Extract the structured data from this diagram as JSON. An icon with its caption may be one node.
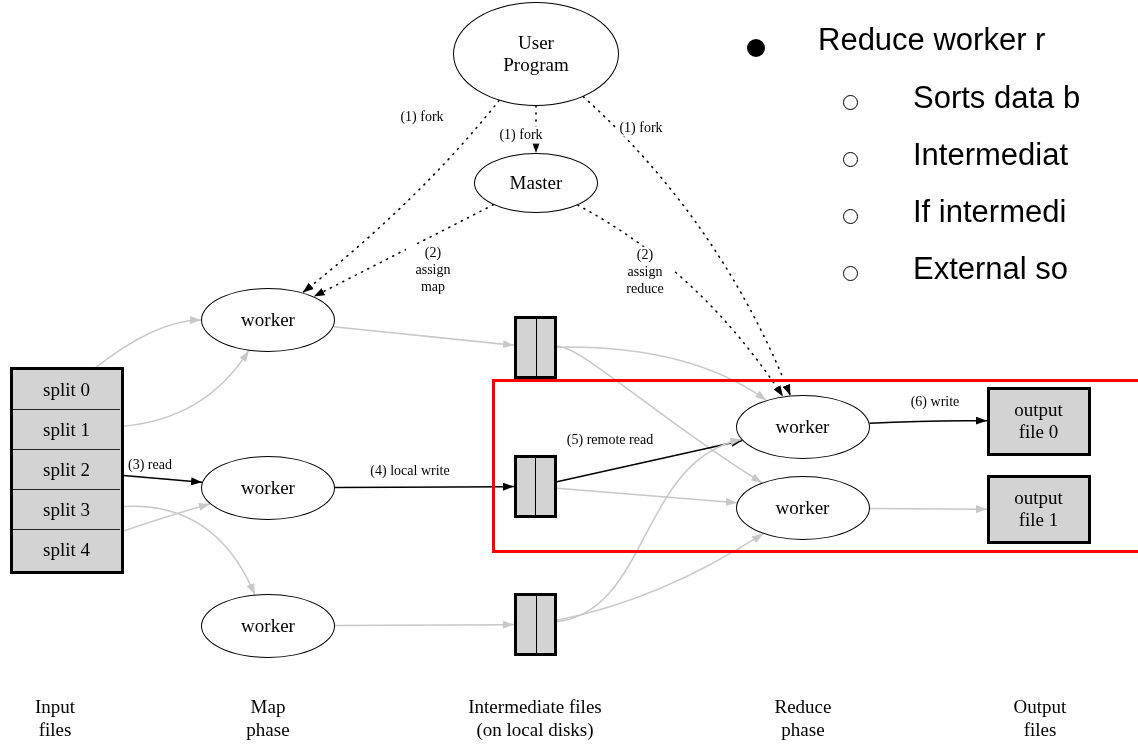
{
  "diagram": {
    "nodes": [
      {
        "text": [
          "User Program"
        ]
      },
      {
        "text": [
          "Master"
        ]
      },
      {
        "text": [],
        "shape": "box"
      },
      {
        "text": [
          "split 0"
        ],
        "in": 2
      },
      {
        "text": [
          "split 1"
        ],
        "in": 2
      },
      {
        "text": [
          "split 2"
        ],
        "in": 2
      },
      {
        "text": [
          "split 3"
        ],
        "in": 2
      },
      {
        "text": [
          "split 4"
        ],
        "in": 2
      },
      {
        "text": [
          "worker"
        ]
      },
      {
        "text": [
          "worker"
        ]
      },
      {
        "text": [
          "worker"
        ]
      },
      {
        "text": [],
        "shape": "box"
      },
      {
        "text": [],
        "shape": "box"
      },
      {
        "text": [],
        "shape": "box",
        "in": 12
      },
      {
        "text": [
          "worker"
        ],
        "in": 12
      },
      {
        "text": [
          "worker"
        ],
        "in": 12
      },
      {
        "text": [
          "output file 0"
        ],
        "in": 12
      },
      {
        "text": [
          "output file 1"
        ],
        "in": 12
      },
      {
        "text": [],
        "shape": "box"
      }
    ],
    "edges": [
      {
        "from": 0,
        "to": 8,
        "arrow": "to",
        "label": "(1) fork",
        "style": "dashed",
        "color": "#000000"
      },
      {
        "from": 0,
        "to": 1,
        "arrow": "to",
        "label": "(1) fork",
        "style": "dashed",
        "color": "#000000"
      },
      {
        "from": 0,
        "to": 14,
        "arrow": "to",
        "label": "(1) fork",
        "style": "dashed",
        "color": "#000000"
      },
      {
        "from": 1,
        "to": 8,
        "arrow": "to",
        "label": "(2) assign map",
        "style": "dashed",
        "color": "#000000"
      },
      {
        "from": 1,
        "to": 14,
        "arrow": "to",
        "label": "(2) assign reduce",
        "style": "dashed",
        "color": "#000000"
      },
      {
        "from": 3,
        "to": 8,
        "arrow": "to"
      },
      {
        "from": 4,
        "to": 8,
        "arrow": "to"
      },
      {
        "from": 5,
        "to": 9,
        "arrow": "to",
        "label": "(3) read",
        "color": "#000000"
      },
      {
        "from": 6,
        "to": 10,
        "arrow": "to"
      },
      {
        "from": 7,
        "to": 9,
        "arrow": "to"
      },
      {
        "from": 8,
        "to": 11,
        "arrow": "to"
      },
      {
        "from": 9,
        "to": 13,
        "arrow": "to",
        "label": "(4) local write",
        "color": "#000000"
      },
      {
        "from": 10,
        "to": 18,
        "arrow": "to"
      },
      {
        "from": 11,
        "to": 14,
        "arrow": "to"
      },
      {
        "from": 11,
        "to": 15,
        "arrow": "to"
      },
      {
        "from": 13,
        "to": 14,
        "arrow": "to",
        "label": "(5) remote read",
        "color": "#000000"
      },
      {
        "from": 13,
        "to": 15,
        "arrow": "to"
      },
      {
        "from": 18,
        "to": 14,
        "arrow": "to"
      },
      {
        "from": 18,
        "to": 15,
        "arrow": "to"
      },
      {
        "from": 14,
        "to": 16,
        "arrow": "to",
        "label": "(6) write",
        "color": "#000000"
      },
      {
        "from": 15,
        "to": 17,
        "arrow": "to"
      }
    ],
    "labels": [
      "Reduce worker r",
      "Sorts data b",
      "Intermediat",
      "If intermedi",
      "External so",
      "Input files",
      "Map phase",
      "Intermediate files (on local disks)",
      "Reduce phase",
      "Output files"
    ]
  }
}
